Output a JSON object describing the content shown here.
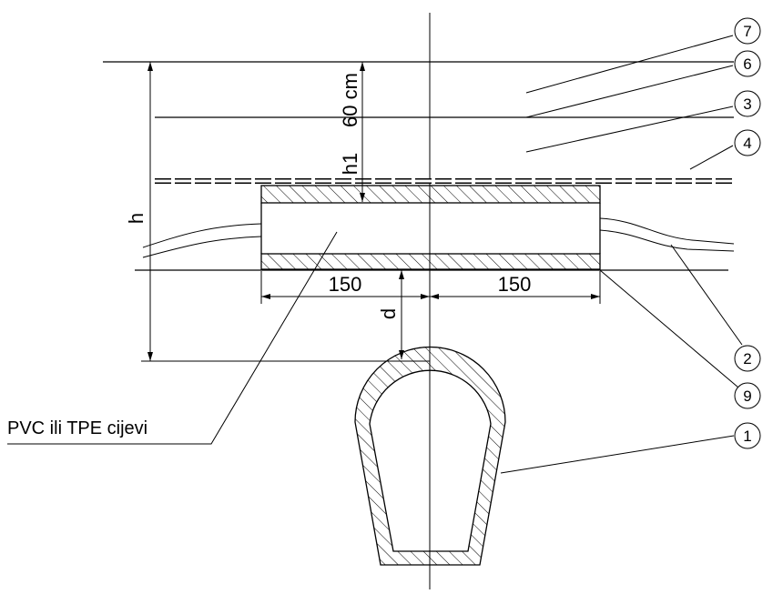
{
  "callouts": {
    "b1": "1",
    "b2": "2",
    "b3": "3",
    "b4": "4",
    "b6": "6",
    "b7": "7",
    "b9": "9"
  },
  "dimensions": {
    "cover": "60 cm",
    "h1": "h1",
    "h": "h",
    "d": "d",
    "left_width": "150",
    "right_width": "150"
  },
  "labels": {
    "pipes": "PVC ili TPE cijevi"
  }
}
